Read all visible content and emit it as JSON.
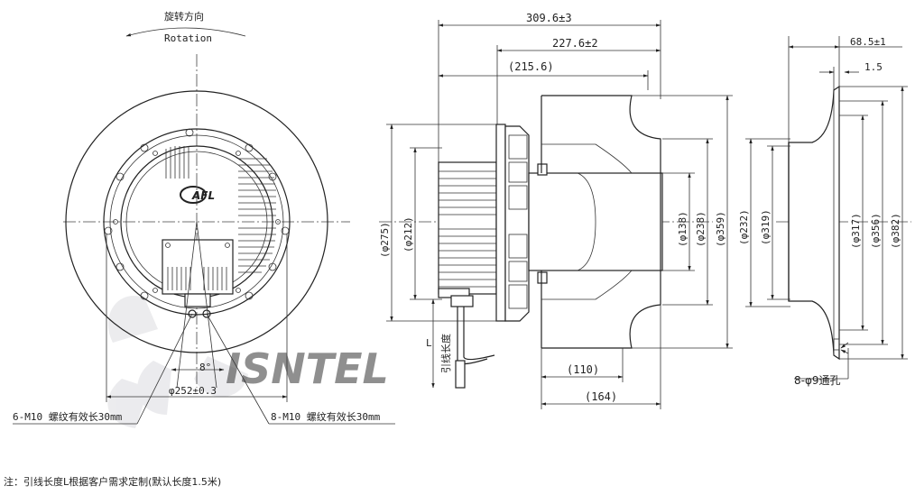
{
  "front_view": {
    "rotation_cn": "旋转方向",
    "rotation_en": "Rotation",
    "logo_text": "AFL",
    "angle_label": "8°",
    "pcd_label": "φ252±0.3",
    "thread_left": "6-M10 螺纹有效长30mm",
    "thread_right": "8-M10 螺纹有效长30mm"
  },
  "side_view": {
    "dim_total": "309.6±3",
    "dim_mid": "227.6±2",
    "dim_ref": "(215.6)",
    "dia_275": "(φ275)",
    "dia_212": "(φ212)",
    "dia_138": "(φ138)",
    "dia_238": "(φ238)",
    "dia_359": "(φ359)",
    "lead_L": "L",
    "lead_label": "引线长度",
    "dim_110": "(110)",
    "dim_164": "(164)"
  },
  "ring_view": {
    "dim_685": "68.5±1",
    "dim_15": "1.5",
    "dia_232": "(φ232)",
    "dia_319": "(φ319)",
    "dia_317": "(φ317)",
    "dia_356": "(φ356)",
    "dia_382": "(φ382)",
    "holes": "8-φ9通孔"
  },
  "note": "注：引线长度L根据客户需求定制(默认长度1.5米)",
  "watermark": "ISNTEL"
}
